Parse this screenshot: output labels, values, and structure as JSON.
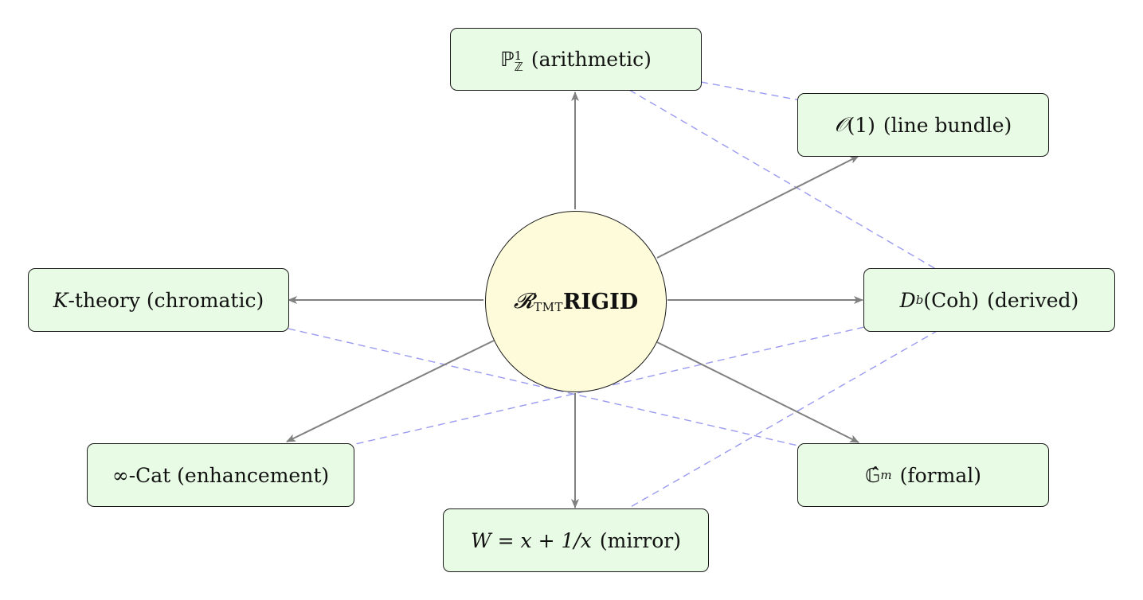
{
  "center": {
    "script_R": "𝓡",
    "subscript": "TMT",
    "label": "RIGID"
  },
  "nodes": {
    "top": {
      "symbol": "ℙ",
      "sup": "1",
      "sub": "ℤ",
      "text": "(arithmetic)"
    },
    "upper_right": {
      "symbol": "𝒪",
      "arg": "(1)",
      "text": "(line bundle)"
    },
    "right": {
      "symbol": "D",
      "sup": "b",
      "arg": "(Coh)",
      "text": "(derived)"
    },
    "lower_right": {
      "symbol": "𝔾̂",
      "sub": "m",
      "text": "(formal)"
    },
    "bottom": {
      "formula": "W = x + 1/x",
      "text": "(mirror)"
    },
    "lower_left": {
      "symbol": "∞",
      "text": "-Cat (enhancement)"
    },
    "left": {
      "symbol": "K",
      "text": "-theory (chromatic)"
    }
  },
  "colors": {
    "node_fill": "#e8fbe4",
    "hub_fill": "#fdfbd9",
    "arrow": "#808080",
    "dashed": "#9a9af0"
  }
}
